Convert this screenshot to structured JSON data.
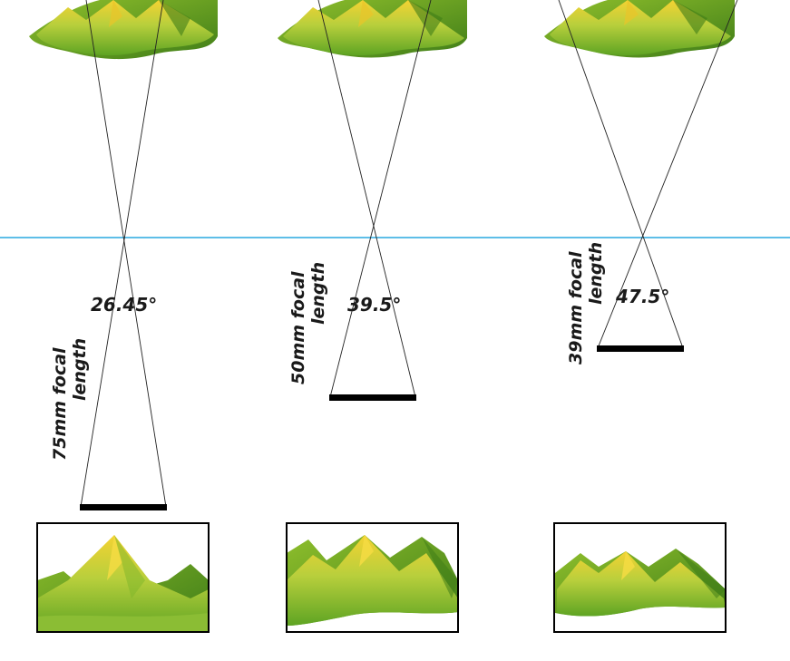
{
  "diagram": {
    "horizon_color": "#29a9e0",
    "mountain_colors": {
      "peak_yellow": "#f2cc2e",
      "mid_green": "#a8c83a",
      "dark_green": "#4d8a1c",
      "base_green": "#6aab24"
    },
    "panels": [
      {
        "id": "75mm",
        "angle_label": "26.45°",
        "focal_line1": "75mm focal",
        "focal_line2": "length"
      },
      {
        "id": "50mm",
        "angle_label": "39.5°",
        "focal_line1": "50mm focal",
        "focal_line2": "length"
      },
      {
        "id": "39mm",
        "angle_label": "47.5°",
        "focal_line1": "39mm focal",
        "focal_line2": "length"
      }
    ]
  }
}
